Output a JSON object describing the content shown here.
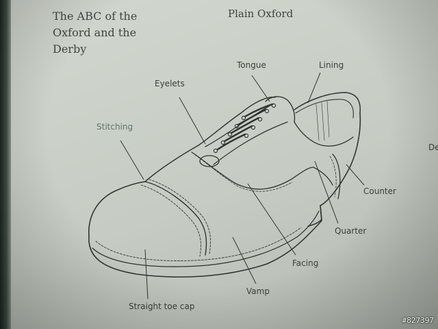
{
  "book": {
    "heading": "The ABC of the Oxford and the Derby",
    "title": "Plain Oxford",
    "edge_fragment": "De"
  },
  "labels": {
    "tongue": "Tongue",
    "lining": "Lining",
    "eyelets": "Eyelets",
    "stitching": "Stitching",
    "counter": "Counter",
    "quarter": "Quarter",
    "facing": "Facing",
    "vamp": "Vamp",
    "toe_cap": "Straight toe cap"
  },
  "watermark": "#827397",
  "colors": {
    "paper": "#c9cfc6",
    "ink": "#2e3530",
    "stitching_label": "#5f7471"
  }
}
